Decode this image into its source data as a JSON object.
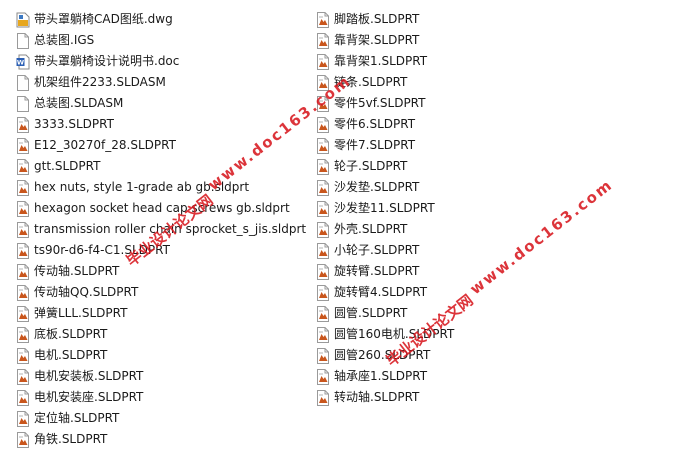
{
  "files_left": [
    {
      "name": "带头罩躺椅CAD图纸.dwg",
      "icon": "dwg-file-icon"
    },
    {
      "name": "总装图.IGS",
      "icon": "generic-file-icon"
    },
    {
      "name": "带头罩躺椅设计说明书.doc",
      "icon": "word-doc-icon"
    },
    {
      "name": "机架组件2233.SLDASM",
      "icon": "generic-file-icon"
    },
    {
      "name": "总装图.SLDASM",
      "icon": "generic-file-icon"
    },
    {
      "name": "3333.SLDPRT",
      "icon": "sldprt-file-icon"
    },
    {
      "name": "E12_30270f_28.SLDPRT",
      "icon": "sldprt-file-icon"
    },
    {
      "name": "gtt.SLDPRT",
      "icon": "sldprt-file-icon"
    },
    {
      "name": "hex nuts, style 1-grade ab gb.sldprt",
      "icon": "sldprt-file-icon"
    },
    {
      "name": "hexagon socket head cap screws gb.sldprt",
      "icon": "sldprt-file-icon"
    },
    {
      "name": "transmission roller chain sprocket_s_jis.sldprt",
      "icon": "sldprt-file-icon"
    },
    {
      "name": "ts90r-d6-f4-C1.SLDPRT",
      "icon": "sldprt-file-icon"
    },
    {
      "name": "传动轴.SLDPRT",
      "icon": "sldprt-file-icon"
    },
    {
      "name": "传动轴QQ.SLDPRT",
      "icon": "sldprt-file-icon"
    },
    {
      "name": "弹簧LLL.SLDPRT",
      "icon": "sldprt-file-icon"
    },
    {
      "name": "底板.SLDPRT",
      "icon": "sldprt-file-icon"
    },
    {
      "name": "电机.SLDPRT",
      "icon": "sldprt-file-icon"
    },
    {
      "name": "电机安装板.SLDPRT",
      "icon": "sldprt-file-icon"
    },
    {
      "name": "电机安装座.SLDPRT",
      "icon": "sldprt-file-icon"
    },
    {
      "name": "定位轴.SLDPRT",
      "icon": "sldprt-file-icon"
    },
    {
      "name": "角铁.SLDPRT",
      "icon": "sldprt-file-icon"
    }
  ],
  "files_right": [
    {
      "name": "脚踏板.SLDPRT",
      "icon": "sldprt-file-icon"
    },
    {
      "name": "靠背架.SLDPRT",
      "icon": "sldprt-file-icon"
    },
    {
      "name": "靠背架1.SLDPRT",
      "icon": "sldprt-file-icon"
    },
    {
      "name": "链条.SLDPRT",
      "icon": "sldprt-file-icon"
    },
    {
      "name": "零件5vf.SLDPRT",
      "icon": "sldprt-file-icon"
    },
    {
      "name": "零件6.SLDPRT",
      "icon": "sldprt-file-icon"
    },
    {
      "name": "零件7.SLDPRT",
      "icon": "sldprt-file-icon"
    },
    {
      "name": "轮子.SLDPRT",
      "icon": "sldprt-file-icon"
    },
    {
      "name": "沙发垫.SLDPRT",
      "icon": "sldprt-file-icon"
    },
    {
      "name": "沙发垫11.SLDPRT",
      "icon": "sldprt-file-icon"
    },
    {
      "name": "外壳.SLDPRT",
      "icon": "sldprt-file-icon"
    },
    {
      "name": "小轮子.SLDPRT",
      "icon": "sldprt-file-icon"
    },
    {
      "name": "旋转臂.SLDPRT",
      "icon": "sldprt-file-icon"
    },
    {
      "name": "旋转臂4.SLDPRT",
      "icon": "sldprt-file-icon"
    },
    {
      "name": "圆管.SLDPRT",
      "icon": "sldprt-file-icon"
    },
    {
      "name": "圆管160电机.SLDPRT",
      "icon": "sldprt-file-icon"
    },
    {
      "name": "圆管260.SLDPRT",
      "icon": "sldprt-file-icon"
    },
    {
      "name": "轴承座1.SLDPRT",
      "icon": "sldprt-file-icon"
    },
    {
      "name": "转动轴.SLDPRT",
      "icon": "sldprt-file-icon"
    }
  ],
  "watermarks": {
    "a_cn": "毕业设计论文网",
    "a_url": "www.doc163.com",
    "b_cn": "毕业设计论文网",
    "b_url": "www.doc163.com"
  },
  "colors": {
    "watermark": "#d8191f"
  }
}
